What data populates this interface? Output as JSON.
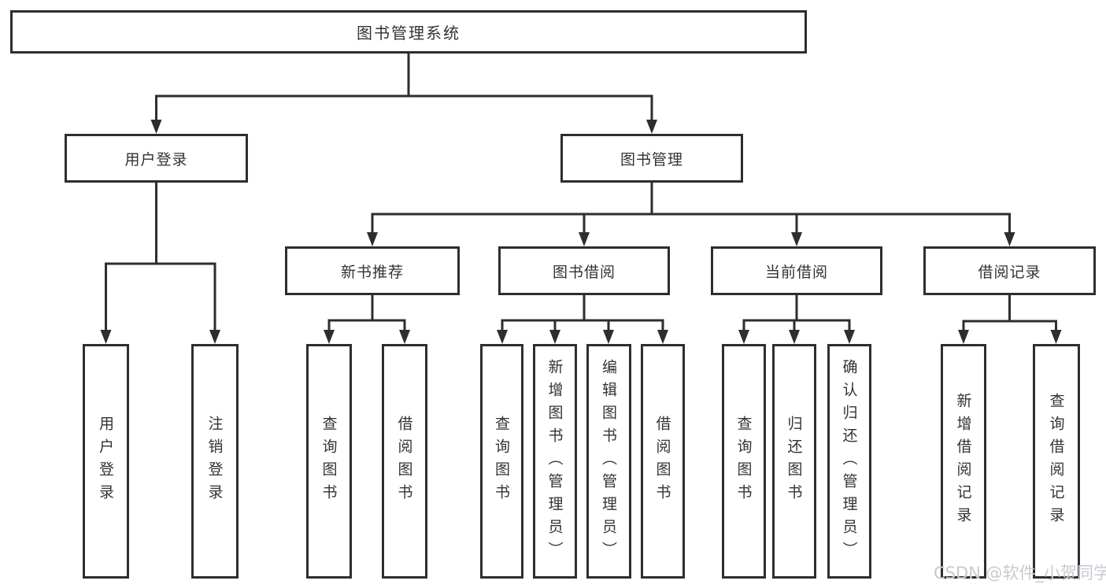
{
  "diagram": {
    "title": "图书管理系统",
    "root": {
      "label": "图书管理系统"
    },
    "level2": [
      {
        "label": "用户登录",
        "children": [
          {
            "label": "用户登录"
          },
          {
            "label": "注销登录"
          }
        ]
      },
      {
        "label": "图书管理",
        "children": [
          {
            "label": "新书推荐",
            "children": [
              {
                "label": "查询图书"
              },
              {
                "label": "借阅图书"
              }
            ]
          },
          {
            "label": "图书借阅",
            "children": [
              {
                "label": "查询图书"
              },
              {
                "label": "新增图书（管理员）"
              },
              {
                "label": "编辑图书（管理员）"
              },
              {
                "label": "借阅图书"
              }
            ]
          },
          {
            "label": "当前借阅",
            "children": [
              {
                "label": "查询图书"
              },
              {
                "label": "归还图书"
              },
              {
                "label": "确认归还（管理员）"
              }
            ]
          },
          {
            "label": "借阅记录",
            "children": [
              {
                "label": "新增借阅记录"
              },
              {
                "label": "查询借阅记录"
              }
            ]
          }
        ]
      }
    ]
  },
  "watermark": "CSDN @软件_小贺同学",
  "colors": {
    "line": "#2e2e2e",
    "text": "#333333",
    "background": "#ffffff",
    "watermark": "#c1c7cd"
  }
}
